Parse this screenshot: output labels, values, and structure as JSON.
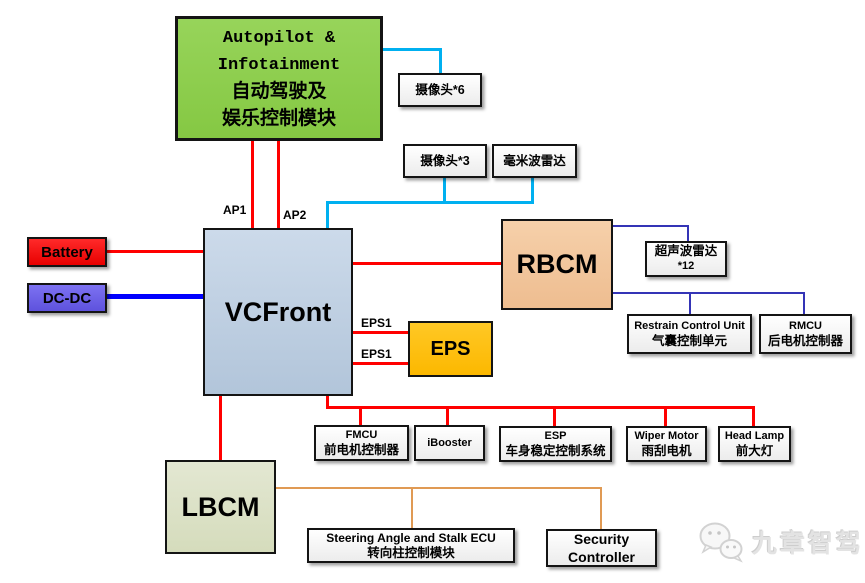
{
  "nodes": {
    "autopilot": {
      "lines": [
        "Autopilot &",
        "Infotainment",
        "自动驾驶及",
        "娱乐控制模块"
      ]
    },
    "camera6": {
      "label": "摄像头*6"
    },
    "camera3": {
      "label": "摄像头*3"
    },
    "mmwave_radar": {
      "label": "毫米波雷达"
    },
    "battery": {
      "label": "Battery"
    },
    "dcdc": {
      "label": "DC-DC"
    },
    "vcfront": {
      "label": "VCFront"
    },
    "rbcm": {
      "label": "RBCM"
    },
    "ultrasonic_radar": {
      "line1": "超声波雷达",
      "line2": "*12"
    },
    "restrain": {
      "line1": "Restrain Control Unit",
      "line2": "气囊控制单元"
    },
    "rmcu": {
      "line1": "RMCU",
      "line2": "后电机控制器"
    },
    "eps": {
      "label": "EPS"
    },
    "fmcu": {
      "line1": "FMCU",
      "line2": "前电机控制器"
    },
    "ibooster": {
      "label": "iBooster"
    },
    "esp": {
      "line1": "ESP",
      "line2": "车身稳定控制系统"
    },
    "wiper": {
      "line1": "Wiper Motor",
      "line2": "雨刮电机"
    },
    "headlamp": {
      "line1": "Head Lamp",
      "line2": "前大灯"
    },
    "lbcm": {
      "label": "LBCM"
    },
    "steering": {
      "line1": "Steering Angle and Stalk ECU",
      "line2": "转向柱控制模块"
    },
    "security": {
      "line1": "Security",
      "line2": "Controller"
    }
  },
  "port_labels": {
    "ap1": "AP1",
    "ap2": "AP2",
    "eps1_upper": "EPS1",
    "eps1_lower": "EPS1"
  },
  "watermark": {
    "brand": "九章智驾"
  },
  "colors": {
    "autopilot_fill": "#8ed04f",
    "vcfront_fill": "#c0d0e2",
    "rbcm_fill": "#f2c79d",
    "lbcm_fill": "#dce1c7",
    "eps_fill": "#ffc000",
    "battery_fill": "#ff0000",
    "dcdc_fill": "#6b5fe6",
    "line_red": "#ff0000",
    "line_cyan": "#00b0f0",
    "line_blue": "#0000fe",
    "line_navy": "#3434b6",
    "line_orange": "#e09a54"
  }
}
